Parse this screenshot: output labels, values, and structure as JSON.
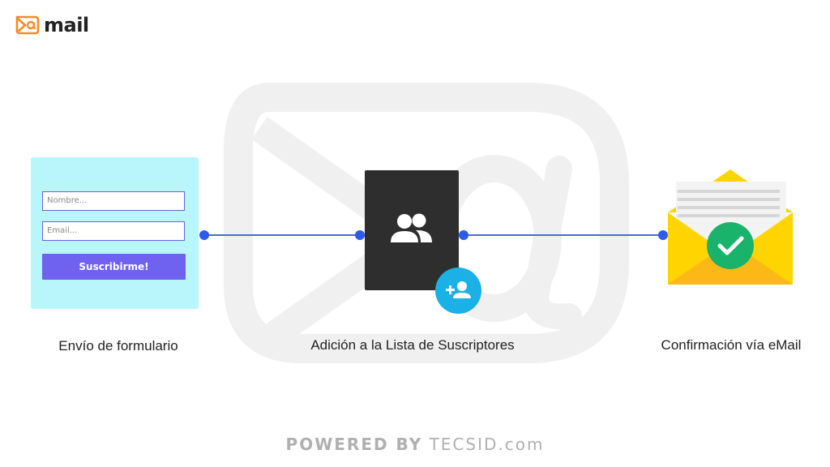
{
  "logo": {
    "text": "mail",
    "icon": "at-envelope-icon",
    "color": "#f28c2a"
  },
  "steps": [
    {
      "label": "Envío de formulario"
    },
    {
      "label": "Adición a la Lista de Suscriptores"
    },
    {
      "label": "Confirmación vía eMail"
    }
  ],
  "form": {
    "name_placeholder": "Nombre...",
    "email_placeholder": "Email...",
    "submit_label": "Suscribirme!"
  },
  "icons": {
    "list": "people-group-icon",
    "add": "person-add-icon",
    "confirm": "envelope-check-icon"
  },
  "footer": {
    "powered_label": "POWERED BY",
    "brand": "TECSID.com"
  },
  "colors": {
    "form_bg": "#b9f6fc",
    "button": "#7062f0",
    "connector": "#2f5bea",
    "list_card": "#2e2e2e",
    "add_badge": "#1bb0e6",
    "envelope": "#ffd400",
    "check": "#1ab36b",
    "watermark": "#f0f0f0"
  }
}
